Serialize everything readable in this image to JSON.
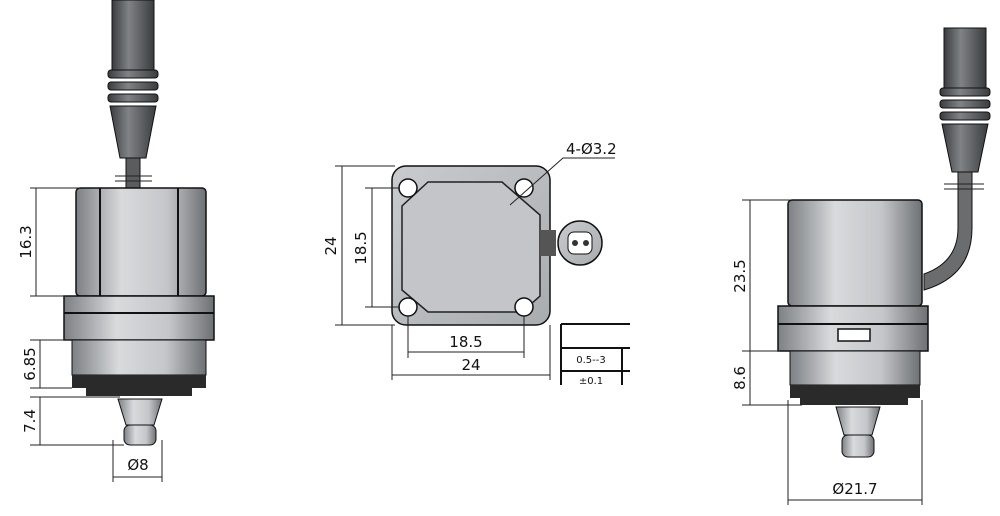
{
  "left_view": {
    "dim_body_height": "16.3",
    "dim_lower_height": "6.85",
    "dim_nozzle_height": "7.4",
    "dim_nozzle_diameter": "Ø8"
  },
  "top_view": {
    "dim_overall_height": "24",
    "dim_hole_spacing_vertical": "18.5",
    "dim_hole_spacing_horizontal": "18.5",
    "dim_overall_width": "24",
    "hole_callout": "4-Ø3.2",
    "table": {
      "row1": "0.5--3",
      "row2": "±0.1"
    }
  },
  "right_view": {
    "dim_body_height": "23.5",
    "dim_lower_height": "8.6",
    "dim_diameter": "Ø21.7"
  },
  "colors": {
    "body": "#b9bcc0",
    "dark": "#2a2a2a",
    "line": "#222222"
  }
}
